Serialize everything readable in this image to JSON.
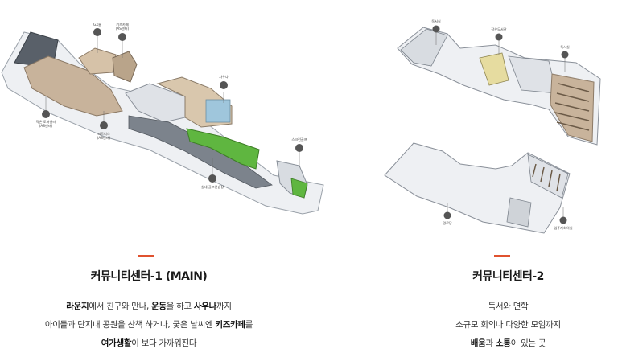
{
  "left": {
    "title": "커뮤니티센터-1 (MAIN)",
    "lines": [
      [
        {
          "t": "라운지",
          "b": true
        },
        {
          "t": "에서 친구와 만나, ",
          "b": false
        },
        {
          "t": "운동",
          "b": true
        },
        {
          "t": "을 하고 ",
          "b": false
        },
        {
          "t": "사우나",
          "b": true
        },
        {
          "t": "까지",
          "b": false
        }
      ],
      [
        {
          "t": "아이들과 단지내 공원을 산책 하거나, 궂은 날씨엔 ",
          "b": false
        },
        {
          "t": "키즈카페",
          "b": true
        },
        {
          "t": "를",
          "b": false
        }
      ],
      [
        {
          "t": "여가생활",
          "b": true
        },
        {
          "t": "이 보다 가까워진다",
          "b": false
        }
      ]
    ],
    "pins": {
      "gx": "GX룸",
      "kids1": "키즈카페",
      "kids2": "(AS센터)",
      "sauna": "사우나",
      "lounge1": "작은 도서센터",
      "lounge2": "(AS센터)",
      "fitness1": "피트니스",
      "fitness2": "(AS센터)",
      "golf": "실내 골프연습장",
      "screen": "스크린골프"
    }
  },
  "right": {
    "title": "커뮤니티센터-2",
    "lines": [
      [
        {
          "t": "독서와 면학",
          "b": false
        }
      ],
      [
        {
          "t": "소규모 회의나 다양한 모임까지",
          "b": false
        }
      ],
      [
        {
          "t": "배움",
          "b": true
        },
        {
          "t": "과 ",
          "b": false
        },
        {
          "t": "소통",
          "b": true
        },
        {
          "t": "이 있는 곳",
          "b": false
        }
      ]
    ],
    "pins": {
      "study1": "독서실",
      "center": "작은도서관",
      "study2": "독서실",
      "bottom1": "경로당",
      "bottom2": "입주자회의실"
    }
  },
  "colors": {
    "accent": "#e0522f",
    "grass": "#5fb640",
    "floor": "#c8b39b"
  }
}
